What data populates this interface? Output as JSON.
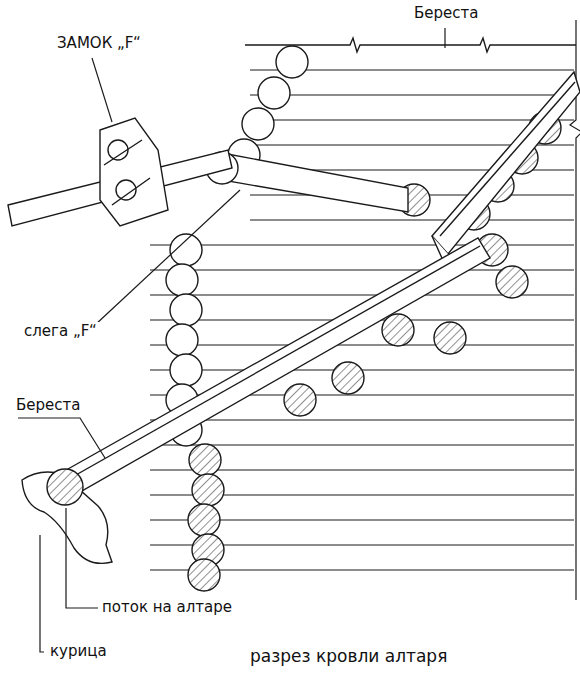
{
  "diagram": {
    "caption": "разрез кровли алтаря",
    "labels": [
      "Береста",
      "ЗАМОК „F“",
      "слега „F“",
      "Береста",
      "поток на алтаре",
      "курица"
    ]
  }
}
